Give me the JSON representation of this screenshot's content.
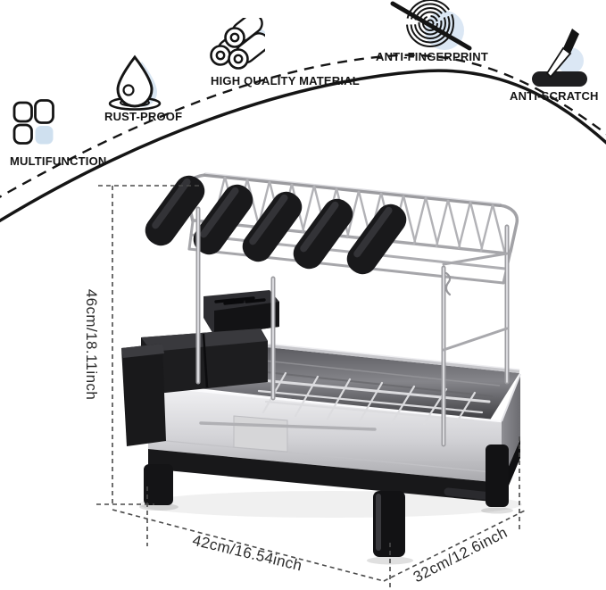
{
  "features": [
    {
      "label": "MULTIFUNCTION",
      "icon": "multifunction-grid-icon"
    },
    {
      "label": "RUST-PROOF",
      "icon": "water-drop-icon"
    },
    {
      "label": "HIGH QUALITY MATERIAL",
      "icon": "steel-pipes-icon"
    },
    {
      "label": "ANTI-FINGERPRINT",
      "icon": "fingerprint-icon"
    },
    {
      "label": "ANTI-SCRATCH",
      "icon": "knife-scratch-icon"
    }
  ],
  "dimensions": {
    "height_label": "46cm/18.11inch",
    "width_label": "42cm/16.54inch",
    "depth_label": "32cm/12.6inch"
  },
  "colors": {
    "accent_blue": "#d9e6f2",
    "ink": "#141414",
    "dimension_line": "#4a4a4a",
    "steel_light": "#ededf0",
    "steel_dark": "#9a9a9e"
  }
}
